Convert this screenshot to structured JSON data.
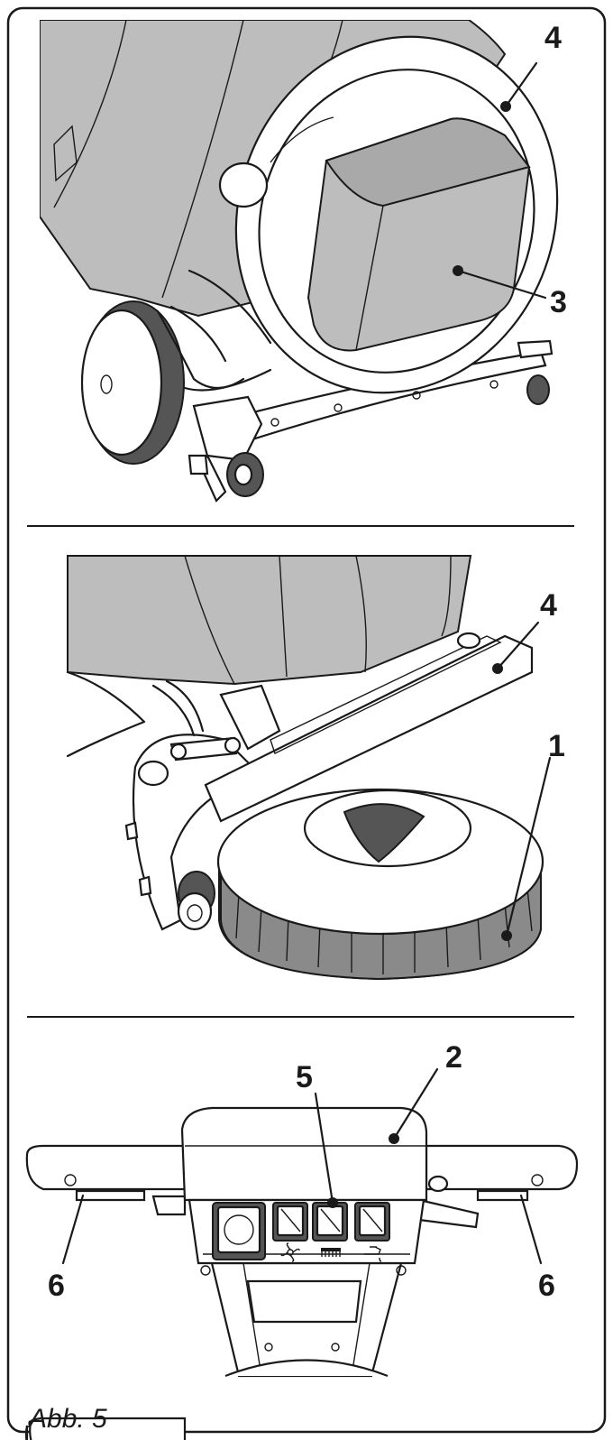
{
  "figure": {
    "caption": "Abb. 5"
  },
  "panel_top": {
    "callouts": {
      "tank_lid": "4",
      "filter_box": "3"
    }
  },
  "panel_middle": {
    "callouts": {
      "squeegee": "4",
      "brush": "1"
    }
  },
  "panel_bottom": {
    "callouts": {
      "dashboard": "2",
      "switch": "5",
      "lever_left": "6",
      "lever_right": "6"
    }
  },
  "colors": {
    "outline": "#1a1a1a",
    "body_grey": "#bdbdbd",
    "dark_grey": "#555555",
    "background": "#ffffff"
  },
  "icons": {
    "main_switch": "power-switch-icon",
    "fan_switch": "fan-icon",
    "brush_switch": "brush-icon",
    "water_switch": "water-tap-icon"
  }
}
